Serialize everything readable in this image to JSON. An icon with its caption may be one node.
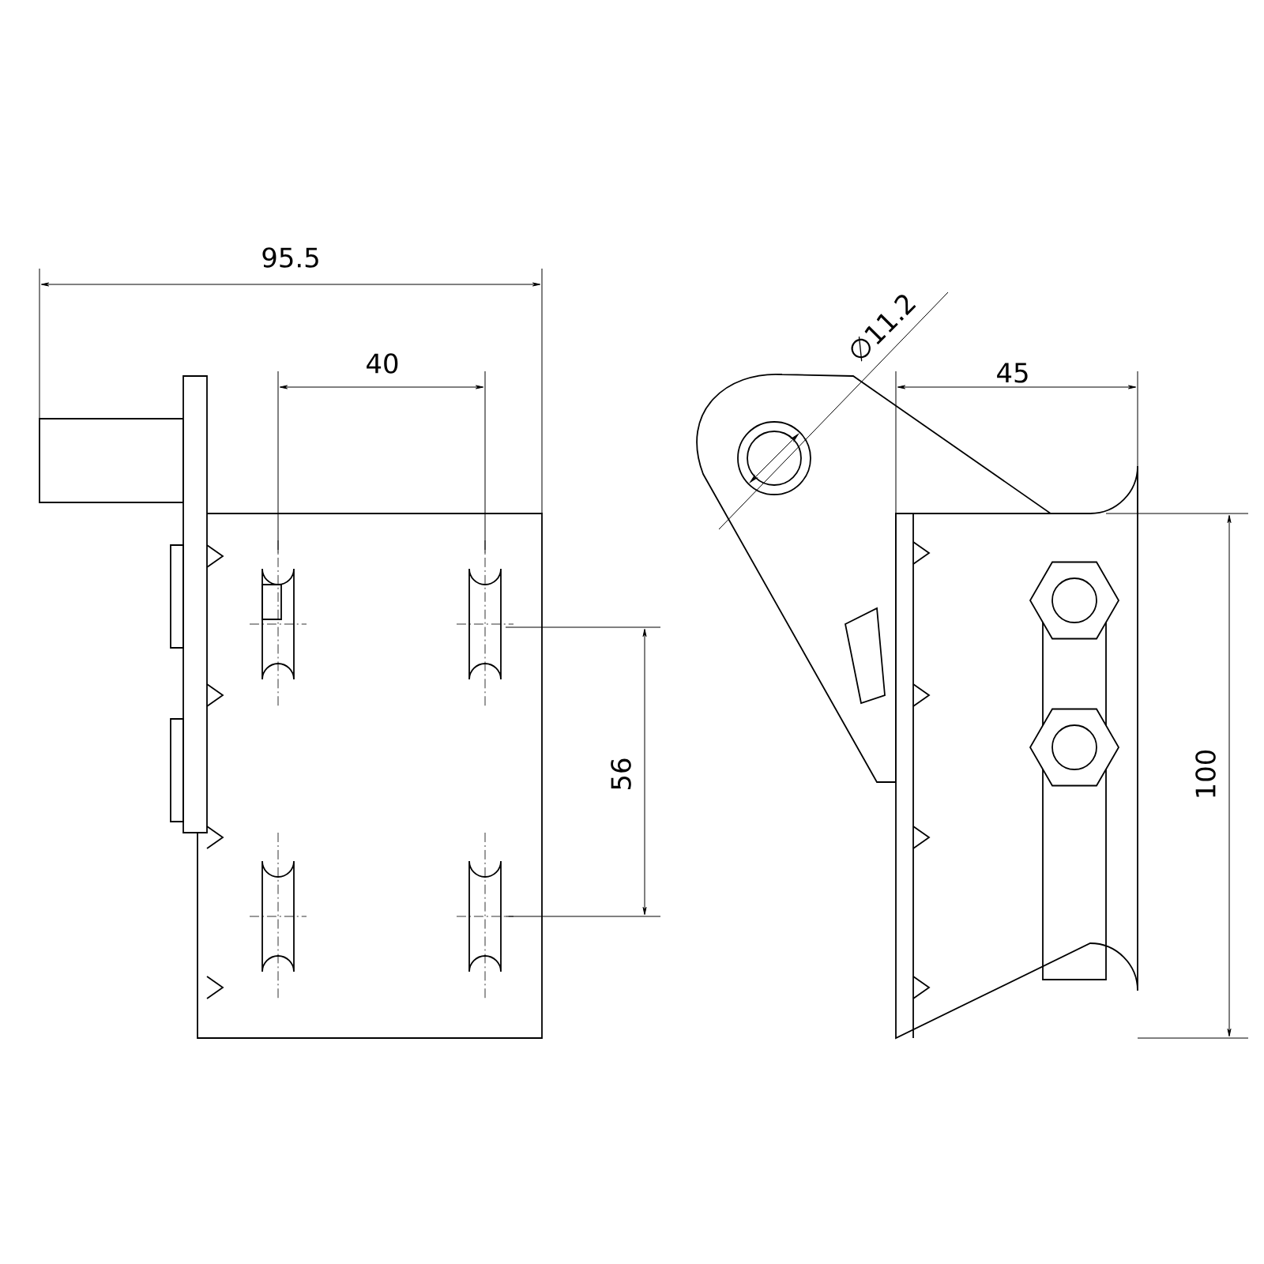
{
  "diagram": {
    "labels": [
      "95.5",
      "40",
      "∅11.2",
      "45",
      "56",
      "100"
    ]
  }
}
